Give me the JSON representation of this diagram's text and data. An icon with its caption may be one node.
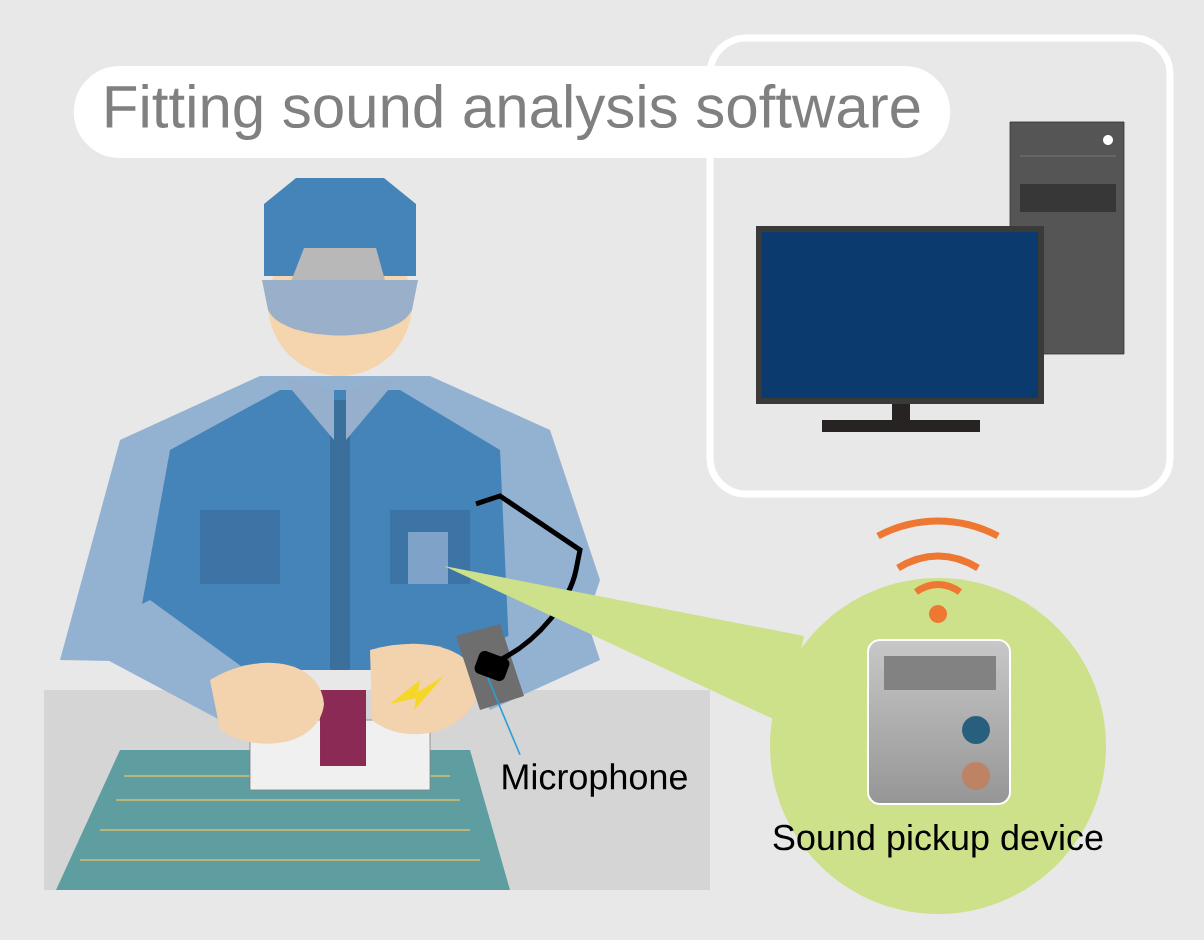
{
  "diagram": {
    "title": "Fitting sound analysis software",
    "nodes": [
      {
        "text": [
          "Microphone"
        ]
      },
      {
        "text": [],
        "shape": "picture"
      },
      {
        "text": [
          "Sound pickup device"
        ]
      }
    ],
    "edges": [
      {
        "from": 0,
        "to": 1,
        "arrow": "none",
        "color": "#2a9fd6"
      }
    ]
  }
}
